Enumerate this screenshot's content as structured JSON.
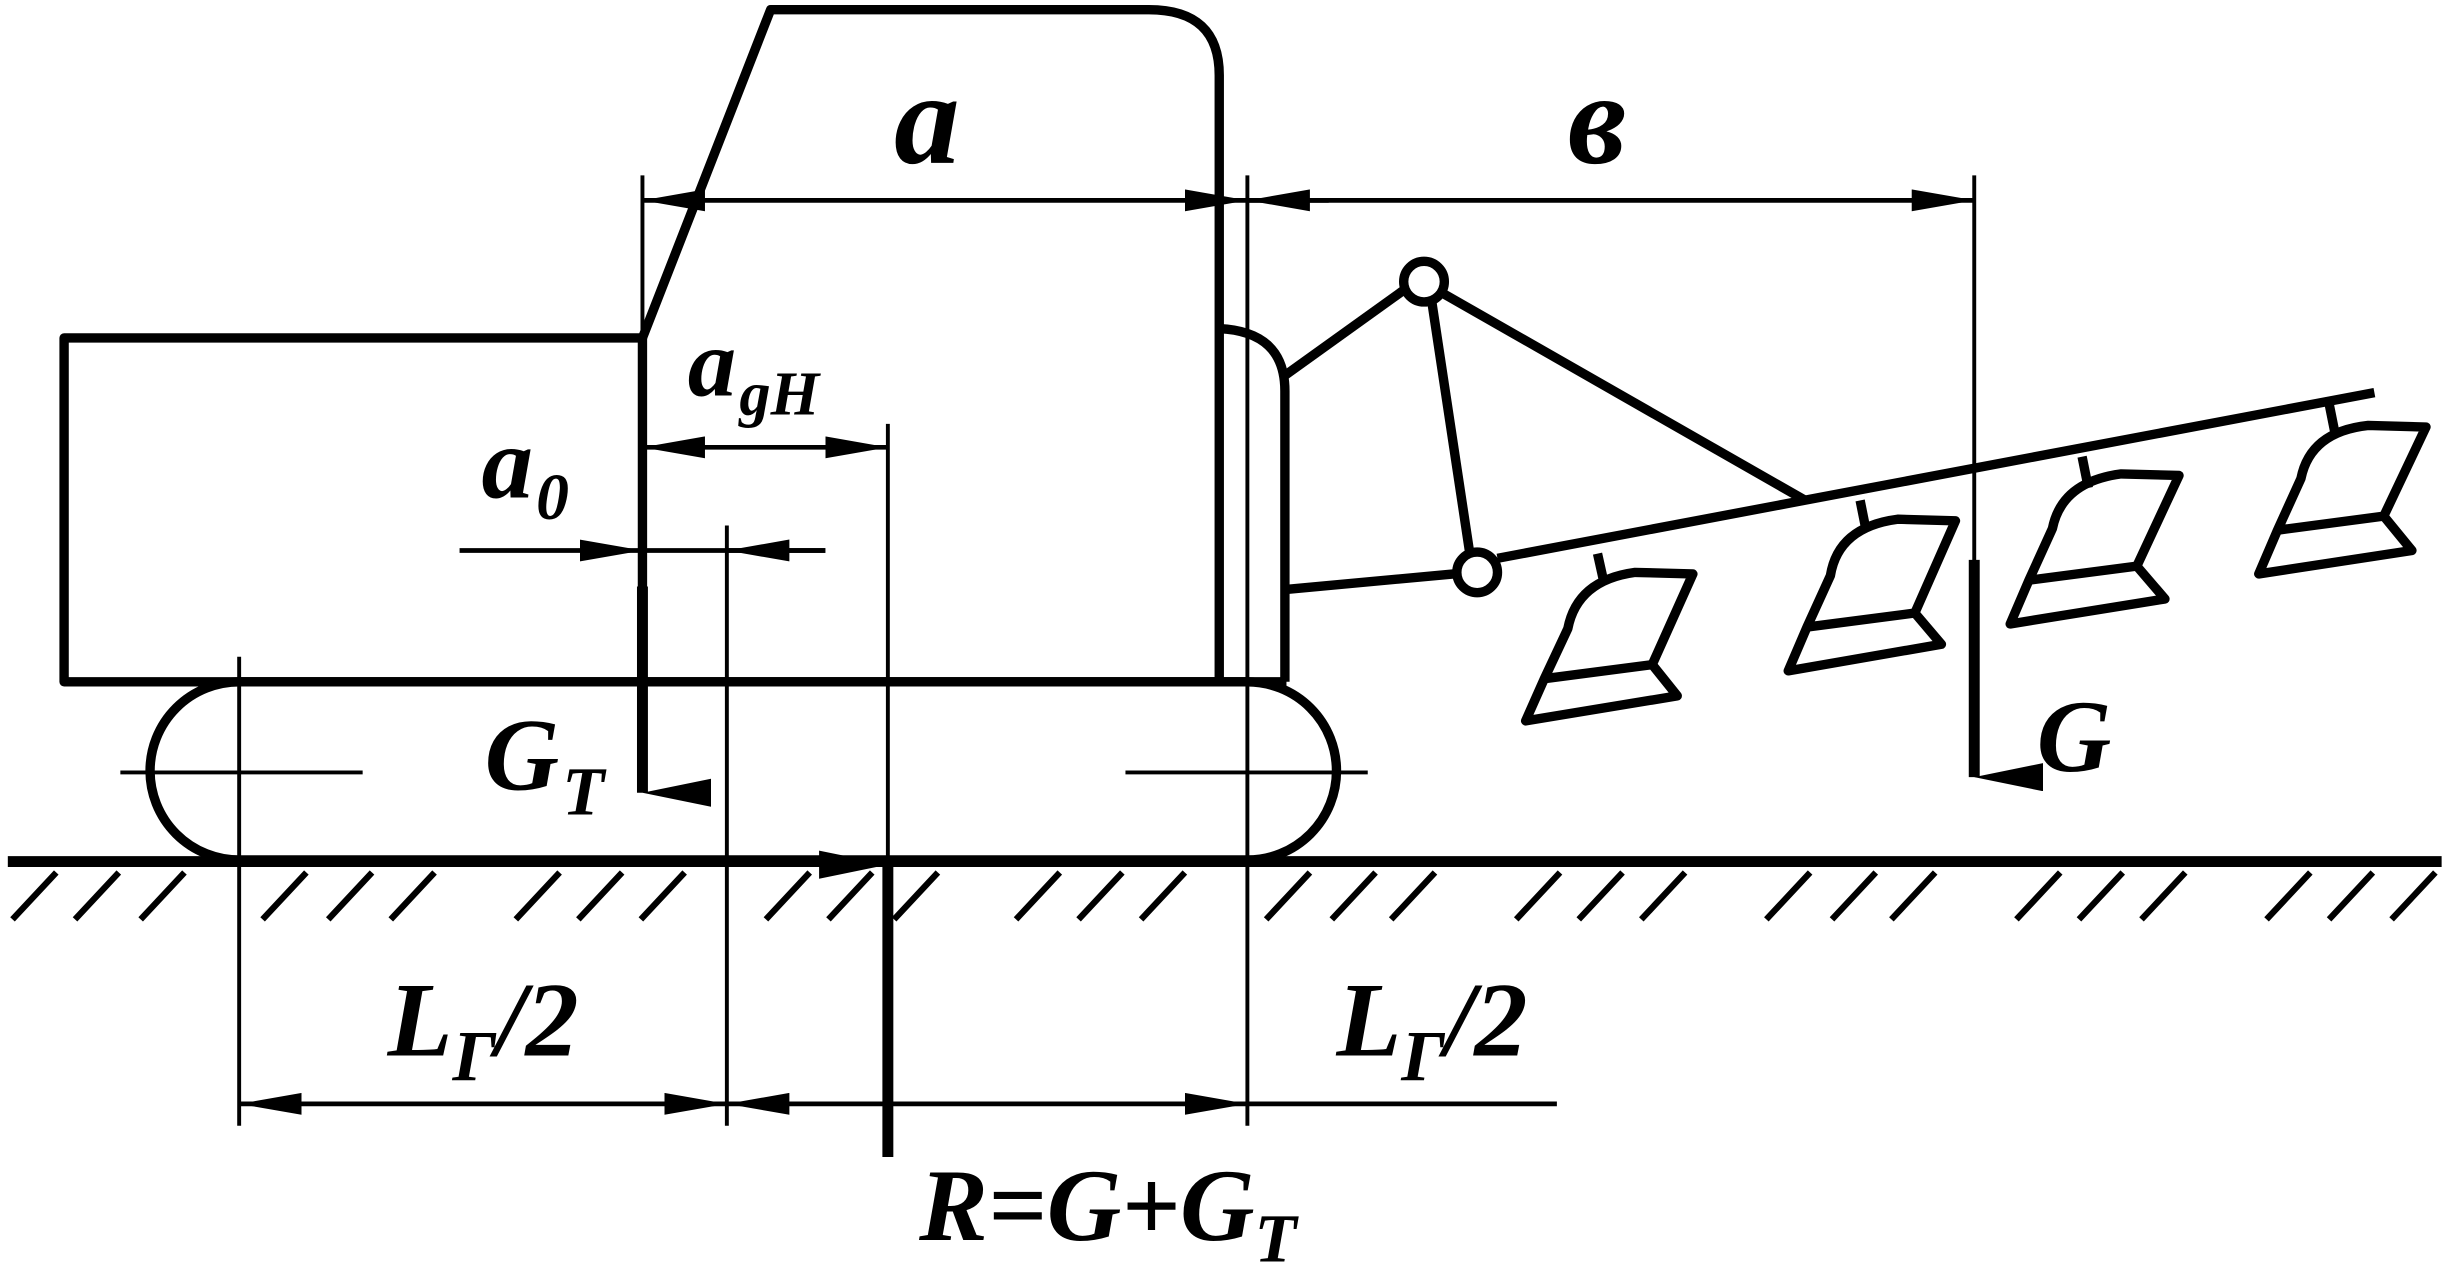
{
  "labels": {
    "a": "a",
    "v": "в",
    "a_gH": "a",
    "a_gH_sub": "gH",
    "a0": "a",
    "a0_sub": "0",
    "GT": "G",
    "GT_sub": "T",
    "G": "G",
    "LT_left": "L",
    "LT_left_sub": "Г",
    "LT_left_tail": "/2",
    "LT_right": "L",
    "LT_right_sub": "Г",
    "LT_right_tail": "/2",
    "R": "R=G+G",
    "R_sub": "T"
  }
}
